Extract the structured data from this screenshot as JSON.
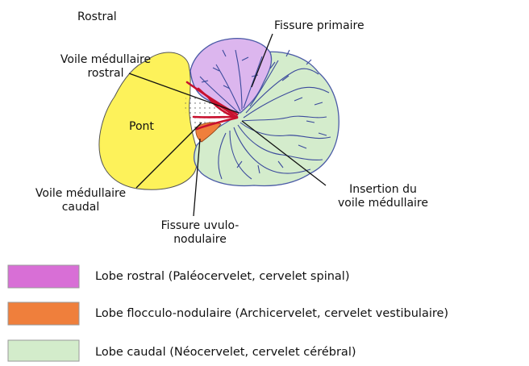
{
  "labels": {
    "rostral": "Rostral",
    "fissure_primaire": "Fissure primaire",
    "voile_rostral_l1": "Voile médullaire",
    "voile_rostral_l2": "rostral",
    "pont": "Pont",
    "voile_caudal_l1": "Voile médullaire",
    "voile_caudal_l2": "caudal",
    "fissure_uvulo_l1": "Fissure uvulo-",
    "fissure_uvulo_l2": "nodulaire",
    "insertion_l1": "Insertion du",
    "insertion_l2": "voile médullaire"
  },
  "legend": [
    {
      "color": "#d86fd6",
      "text": "Lobe rostral (Paléocervelet, cervelet spinal)"
    },
    {
      "color": "#ef7f3c",
      "text": "Lobe flocculo-nodulaire (Archicervelet, cervelet vestibulaire)"
    },
    {
      "color": "#d3eccb",
      "text": "Lobe caudal (Néocervelet, cervelet cérébral)"
    }
  ],
  "colors": {
    "pont": "#fdf25a",
    "lobe_rostral": "#dcb6ee",
    "lobe_caudal": "#d4eccc",
    "flocculo_nodulaire": "#ef7f3c",
    "voile": "#c8102e",
    "folia": "#3b4a9c"
  }
}
